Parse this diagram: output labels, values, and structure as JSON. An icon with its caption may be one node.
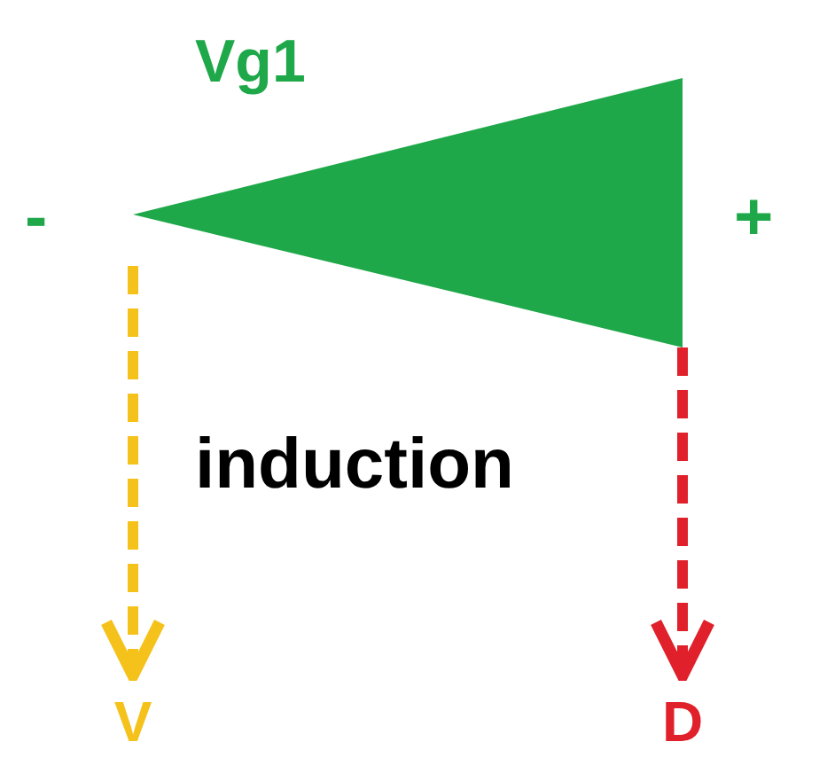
{
  "diagram": {
    "nodes": [
      {
        "text": [
          "Vg1"
        ],
        "beside": [
          "-",
          "+"
        ]
      },
      {
        "text": [
          "V"
        ]
      },
      {
        "text": [
          "D"
        ]
      }
    ],
    "edges": [
      {
        "from": 0,
        "to": 1,
        "arrow": "to",
        "style": "dashed",
        "color": "#f5c21b"
      },
      {
        "from": 0,
        "to": 2,
        "arrow": "to",
        "style": "dashed",
        "color": "#e0202a"
      }
    ],
    "labels": [
      "induction"
    ]
  }
}
